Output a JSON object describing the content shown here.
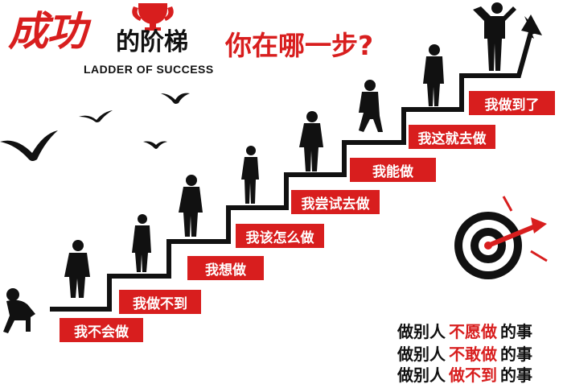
{
  "title": {
    "main": "成功",
    "sub": "的阶梯",
    "english": "LADDER OF SUCCESS"
  },
  "question": "你在哪一步?",
  "steps": [
    {
      "label": "我不会做"
    },
    {
      "label": "我做不到"
    },
    {
      "label": "我想做"
    },
    {
      "label": "我该怎么做"
    },
    {
      "label": "我尝试去做"
    },
    {
      "label": "我能做"
    },
    {
      "label": "我这就去做"
    },
    {
      "label": "我做到了"
    }
  ],
  "phrases": [
    {
      "prefix": "做别人",
      "highlight": "不愿做",
      "suffix": "的事"
    },
    {
      "prefix": "做别人",
      "highlight": "不敢做",
      "suffix": "的事"
    },
    {
      "prefix": "做别人",
      "highlight": "做不到",
      "suffix": "的事"
    }
  ],
  "colors": {
    "accent": "#d81e1e",
    "ink": "#111111"
  },
  "icons": [
    "trophy-icon",
    "target-icon",
    "bird-icon",
    "person-silhouette-icon",
    "arrow-up-icon"
  ]
}
